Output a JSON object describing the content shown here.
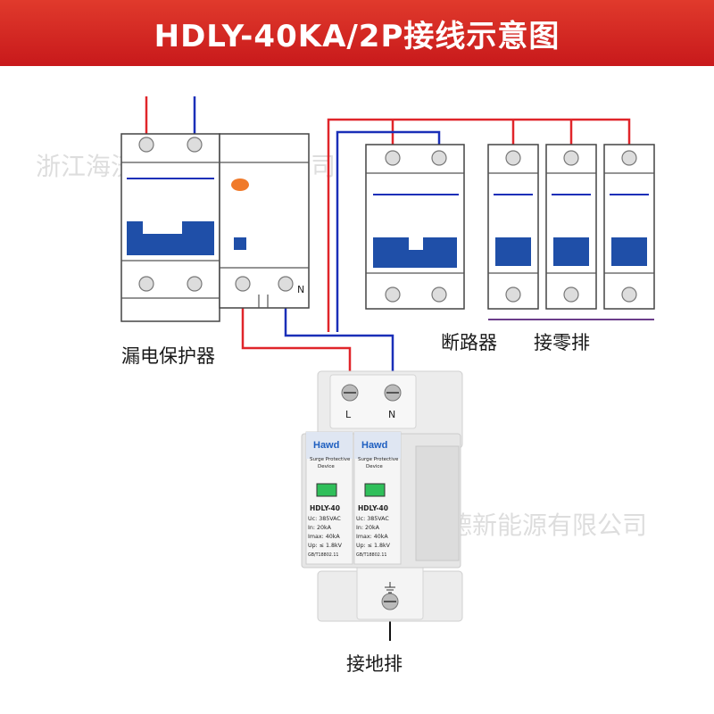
{
  "header": {
    "title": "HDLY-40KA/2P接线示意图"
  },
  "labels": {
    "rcd": "漏电保护器",
    "breaker": "断路器",
    "neutral_bar": "接零排",
    "ground_bar": "接地排",
    "rcd_n_terminal": "N"
  },
  "watermark": {
    "top": "浙江海沃德新能源有限公司",
    "bottom": "海沃德新能源有限公司"
  },
  "device": {
    "brand": "Hawd",
    "product_line1": "Surge Protective",
    "product_line2": "Device",
    "terminal_l": "L",
    "terminal_n": "N",
    "left_module": {
      "model": "HDLY-40",
      "uc": "Uc: 385VAC",
      "in": "In:    20kA",
      "imax": "Imax:  40kA",
      "up": "Up: ≤ 1.8kV",
      "standard": "GB/T18802.11"
    },
    "right_module": {
      "model": "HDLY-40",
      "uc": "Uc: 385VAC",
      "in": "In:    20kA",
      "imax": "Imax:  40kA",
      "up": "Up: ≤ 1.8kV",
      "standard": "GB/T18802.11"
    }
  },
  "colors": {
    "banner": "#d0201f",
    "live_wire": "#e0252a",
    "neutral_wire": "#1a2fb8",
    "breaker_handle": "#1f4fa8",
    "indicator": "#f07a2a"
  }
}
